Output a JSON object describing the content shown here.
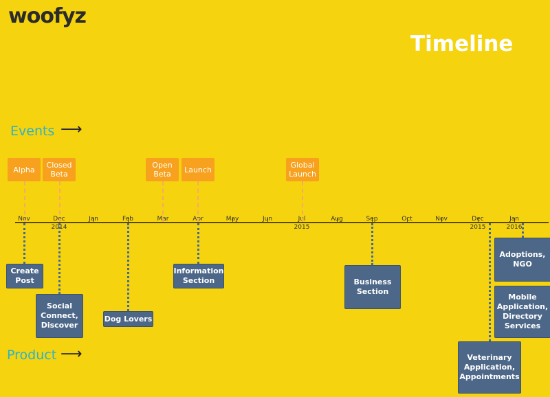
{
  "logo": "woofyz",
  "title": "Timeline",
  "lanes": {
    "events": "Events",
    "product": "Product",
    "arrow": "⟶"
  },
  "months": [
    "Nov",
    "Dec",
    "Jan",
    "Feb",
    "Mar",
    "Apr",
    "May",
    "Jun",
    "Jul",
    "Aug",
    "Sep",
    "Oct",
    "Nov",
    "Dec",
    "Jan"
  ],
  "years": [
    "2014",
    "2015",
    "2015",
    "2016"
  ],
  "events": [
    "Alpha",
    "Closed Beta",
    "Open Beta",
    "Launch",
    "Global Launch"
  ],
  "products": [
    "Create Post",
    "Social Connect, Discover",
    "Dog Lovers",
    "Information Section",
    "Business Section",
    "Adoptions, NGO",
    "Mobile Application, Directory Services",
    "Veterinary Application, Appointments"
  ],
  "colors": {
    "background": "#f6d30f",
    "event": "#f7a11e",
    "product": "#4d6788",
    "lane": "#2bb3c8"
  }
}
